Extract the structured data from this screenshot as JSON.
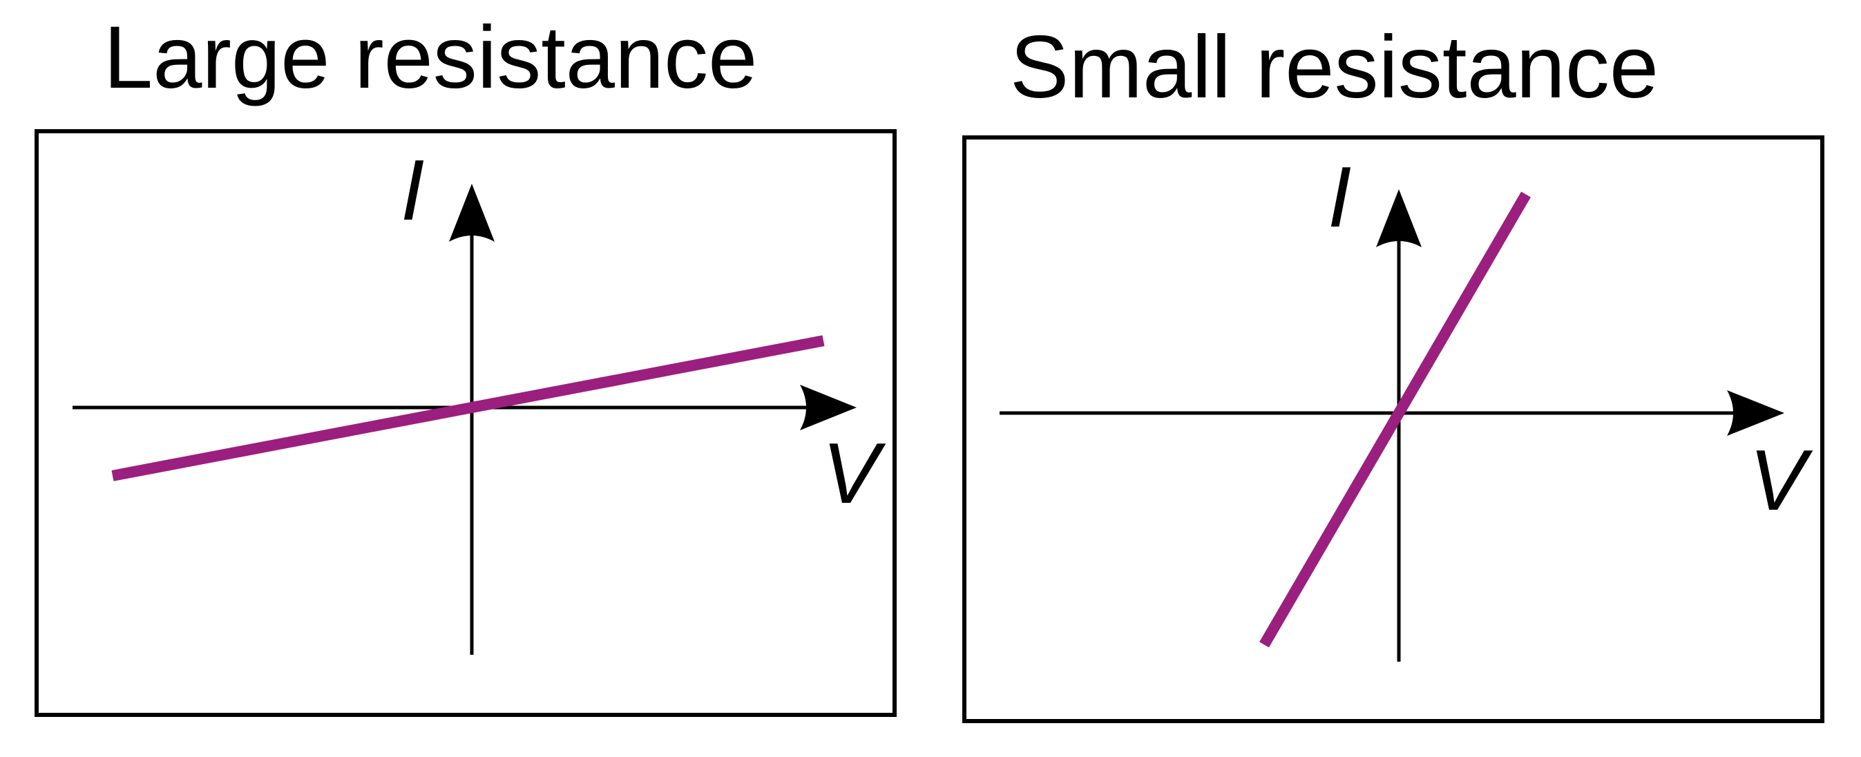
{
  "panels": [
    {
      "title": "Large resistance",
      "x_axis_label": "V",
      "y_axis_label": "I",
      "line": {
        "slope": 0.19,
        "color": "#9B1F7E"
      }
    },
    {
      "title": "Small resistance",
      "x_axis_label": "V",
      "y_axis_label": "I",
      "line": {
        "slope": 1.72,
        "color": "#9B1F7E"
      }
    }
  ],
  "colors": {
    "line": "#9B1F7E",
    "axis": "#000000",
    "frame": "#000000",
    "background": "#ffffff"
  }
}
